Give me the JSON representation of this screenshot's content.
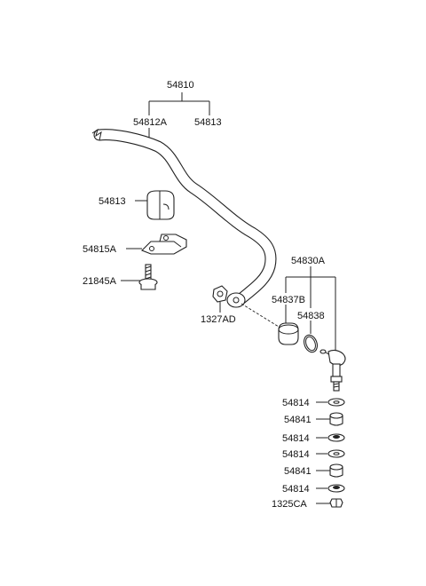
{
  "labels": {
    "stabilizer_bar_assy": "54810",
    "stabilizer_bar": "54812A",
    "bushing_top": "54813",
    "bushing": "54813",
    "bracket": "54815A",
    "bolt": "21845A",
    "nut_bar": "1327AD",
    "link_assy": "54830A",
    "link_bushing": "54837B",
    "link_ring": "54838",
    "washer_1": "54814",
    "grommet_1": "54841",
    "washer_2": "54814",
    "washer_3": "54814",
    "grommet_2": "54841",
    "washer_4": "54814",
    "lock_nut": "1325CA"
  }
}
